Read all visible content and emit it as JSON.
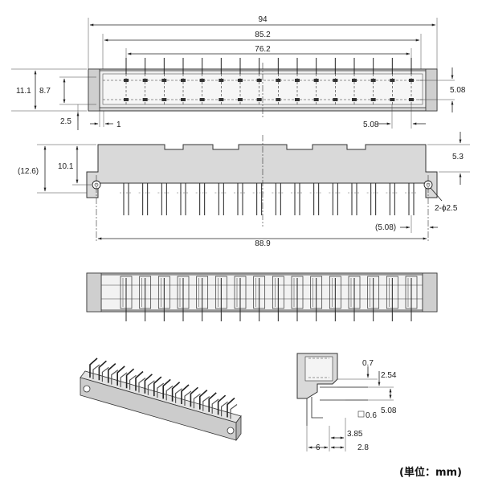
{
  "top_view": {
    "dims": {
      "overall_length": "94",
      "body_length": "85.2",
      "pin_span": "76.2",
      "height_total": "11.1",
      "height_inner": "8.7",
      "offset_left": "2.5",
      "offset_small": "1",
      "row_pitch": "5.08",
      "pin_pitch": "5.08"
    }
  },
  "side_view": {
    "dims": {
      "height_ref": "(12.6)",
      "height_mount": "10.1",
      "top_step": "5.3",
      "hole_spec": "2-ϕ2.5",
      "end_pitch": "(5.08)",
      "hole_span": "88.9"
    }
  },
  "profile_view": {
    "dims": {
      "d1": "0.7",
      "d2": "2.54",
      "d3": "0.6",
      "d4": "5.08",
      "d5": "3.85",
      "d6": "6",
      "d7": "2.8"
    }
  },
  "unit_label": "(単位：mm)"
}
